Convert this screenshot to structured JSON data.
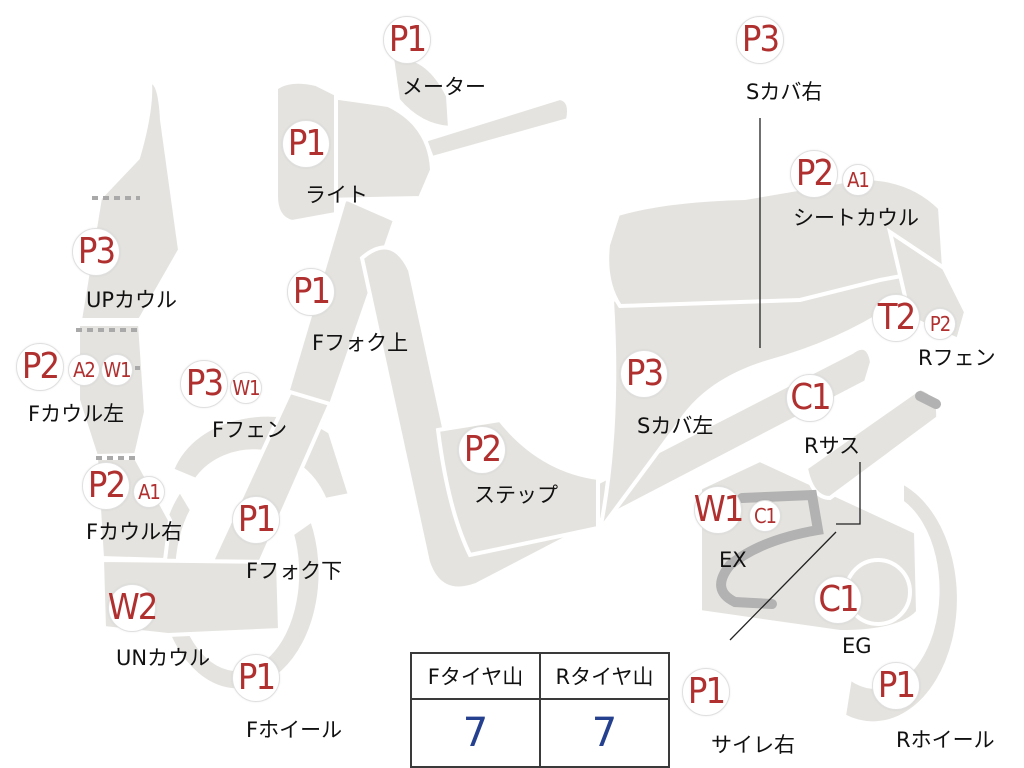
{
  "parts": [
    {
      "id": "meter",
      "label": "メーター",
      "badges": [
        "P1"
      ]
    },
    {
      "id": "light",
      "label": "ライト",
      "badges": [
        "P1"
      ]
    },
    {
      "id": "fork-upper",
      "label": "Fフォク上",
      "badges": [
        "P1"
      ]
    },
    {
      "id": "up-cowl",
      "label": "UPカウル",
      "badges": [
        "P3"
      ]
    },
    {
      "id": "f-cowl-left",
      "label": "Fカウル左",
      "badges": [
        "P2",
        "A2",
        "W1"
      ]
    },
    {
      "id": "f-fender",
      "label": "Fフェン",
      "badges": [
        "P3",
        "W1"
      ]
    },
    {
      "id": "f-cowl-right",
      "label": "Fカウル右",
      "badges": [
        "P2",
        "A1"
      ]
    },
    {
      "id": "fork-lower",
      "label": "Fフォク下",
      "badges": [
        "P1"
      ]
    },
    {
      "id": "un-cowl",
      "label": "UNカウル",
      "badges": [
        "W2"
      ]
    },
    {
      "id": "f-wheel",
      "label": "Fホイール",
      "badges": [
        "P1"
      ]
    },
    {
      "id": "step",
      "label": "ステップ",
      "badges": [
        "P2"
      ]
    },
    {
      "id": "s-cover-left",
      "label": "Sカバ左",
      "badges": [
        "P3"
      ]
    },
    {
      "id": "s-cover-right",
      "label": "Sカバ右",
      "badges": [
        "P3"
      ]
    },
    {
      "id": "seat-cowl",
      "label": "シートカウル",
      "badges": [
        "P2",
        "A1"
      ]
    },
    {
      "id": "r-fender",
      "label": "Rフェン",
      "badges": [
        "T2",
        "P2"
      ]
    },
    {
      "id": "r-suspension",
      "label": "Rサス",
      "badges": [
        "C1"
      ]
    },
    {
      "id": "exhaust",
      "label": "EX",
      "badges": [
        "W1",
        "C1"
      ]
    },
    {
      "id": "engine",
      "label": "EG",
      "badges": [
        "C1"
      ]
    },
    {
      "id": "muffler-right",
      "label": "サイレ右",
      "badges": [
        "P1"
      ]
    },
    {
      "id": "r-wheel",
      "label": "Rホイール",
      "badges": [
        "P1"
      ]
    }
  ],
  "tire_table": {
    "headers": [
      "Fタイヤ山",
      "Rタイヤ山"
    ],
    "values": [
      "7",
      "7"
    ]
  },
  "colors": {
    "badge_text": "#b03030",
    "tread_value": "#24408e",
    "body_fill": "#e4e3df"
  }
}
